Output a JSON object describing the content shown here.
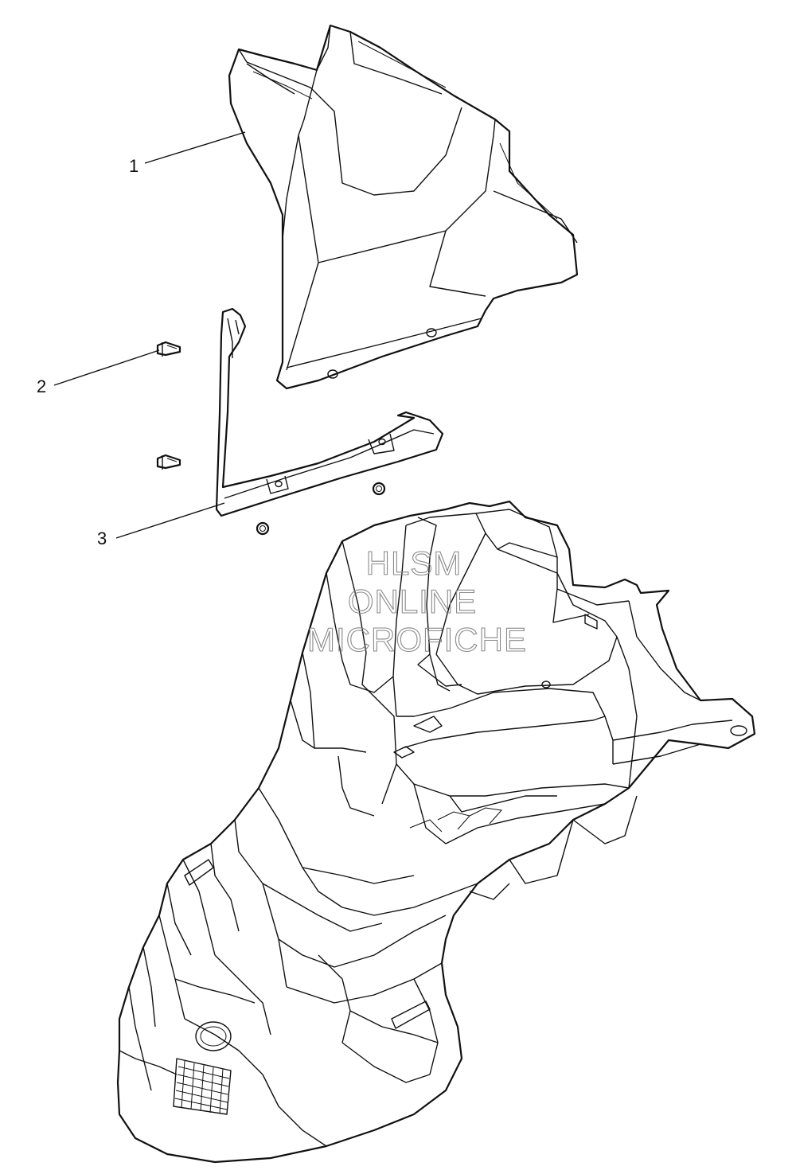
{
  "callouts": [
    {
      "id": "1",
      "label": "1"
    },
    {
      "id": "2",
      "label": "2"
    },
    {
      "id": "3",
      "label": "3"
    }
  ],
  "watermark": {
    "line1": "HLSM",
    "line2": "ONLINE",
    "line3": "MICROFICHE"
  },
  "colors": {
    "line": "#111111",
    "background": "#ffffff",
    "watermark": "#8a8a8a"
  }
}
